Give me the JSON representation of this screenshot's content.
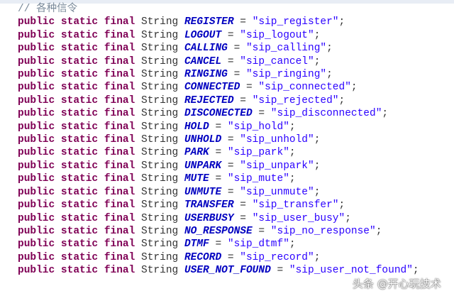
{
  "comment": "// 各种信令",
  "keywords": "public static final",
  "type": "String",
  "constants": [
    {
      "name": "REGISTER",
      "value": "\"sip_register\""
    },
    {
      "name": "LOGOUT",
      "value": "\"sip_logout\""
    },
    {
      "name": "CALLING",
      "value": "\"sip_calling\""
    },
    {
      "name": "CANCEL",
      "value": "\"sip_cancel\""
    },
    {
      "name": "RINGING",
      "value": "\"sip_ringing\""
    },
    {
      "name": "CONNECTED",
      "value": "\"sip_connected\""
    },
    {
      "name": "REJECTED",
      "value": "\"sip_rejected\""
    },
    {
      "name": "DISCONECTED",
      "value": "\"sip_disconnected\""
    },
    {
      "name": "HOLD",
      "value": "\"sip_hold\""
    },
    {
      "name": "UNHOLD",
      "value": "\"sip_unhold\""
    },
    {
      "name": "PARK",
      "value": "\"sip_park\""
    },
    {
      "name": "UNPARK",
      "value": "\"sip_unpark\""
    },
    {
      "name": "MUTE",
      "value": "\"sip_mute\""
    },
    {
      "name": "UNMUTE",
      "value": "\"sip_unmute\""
    },
    {
      "name": "TRANSFER",
      "value": "\"sip_transfer\""
    },
    {
      "name": "USERBUSY",
      "value": "\"sip_user_busy\""
    },
    {
      "name": "NO_RESPONSE",
      "value": "\"sip_no_response\""
    },
    {
      "name": "DTMF",
      "value": "\"sip_dtmf\""
    },
    {
      "name": "RECORD",
      "value": "\"sip_record\""
    },
    {
      "name": "USER_NOT_FOUND",
      "value": "\"sip_user_not_found\""
    }
  ],
  "watermark": "头条 @开心玩技术",
  "colors": {
    "keyword": "#7f0055",
    "constant": "#0000c0",
    "string": "#2a00ff"
  }
}
